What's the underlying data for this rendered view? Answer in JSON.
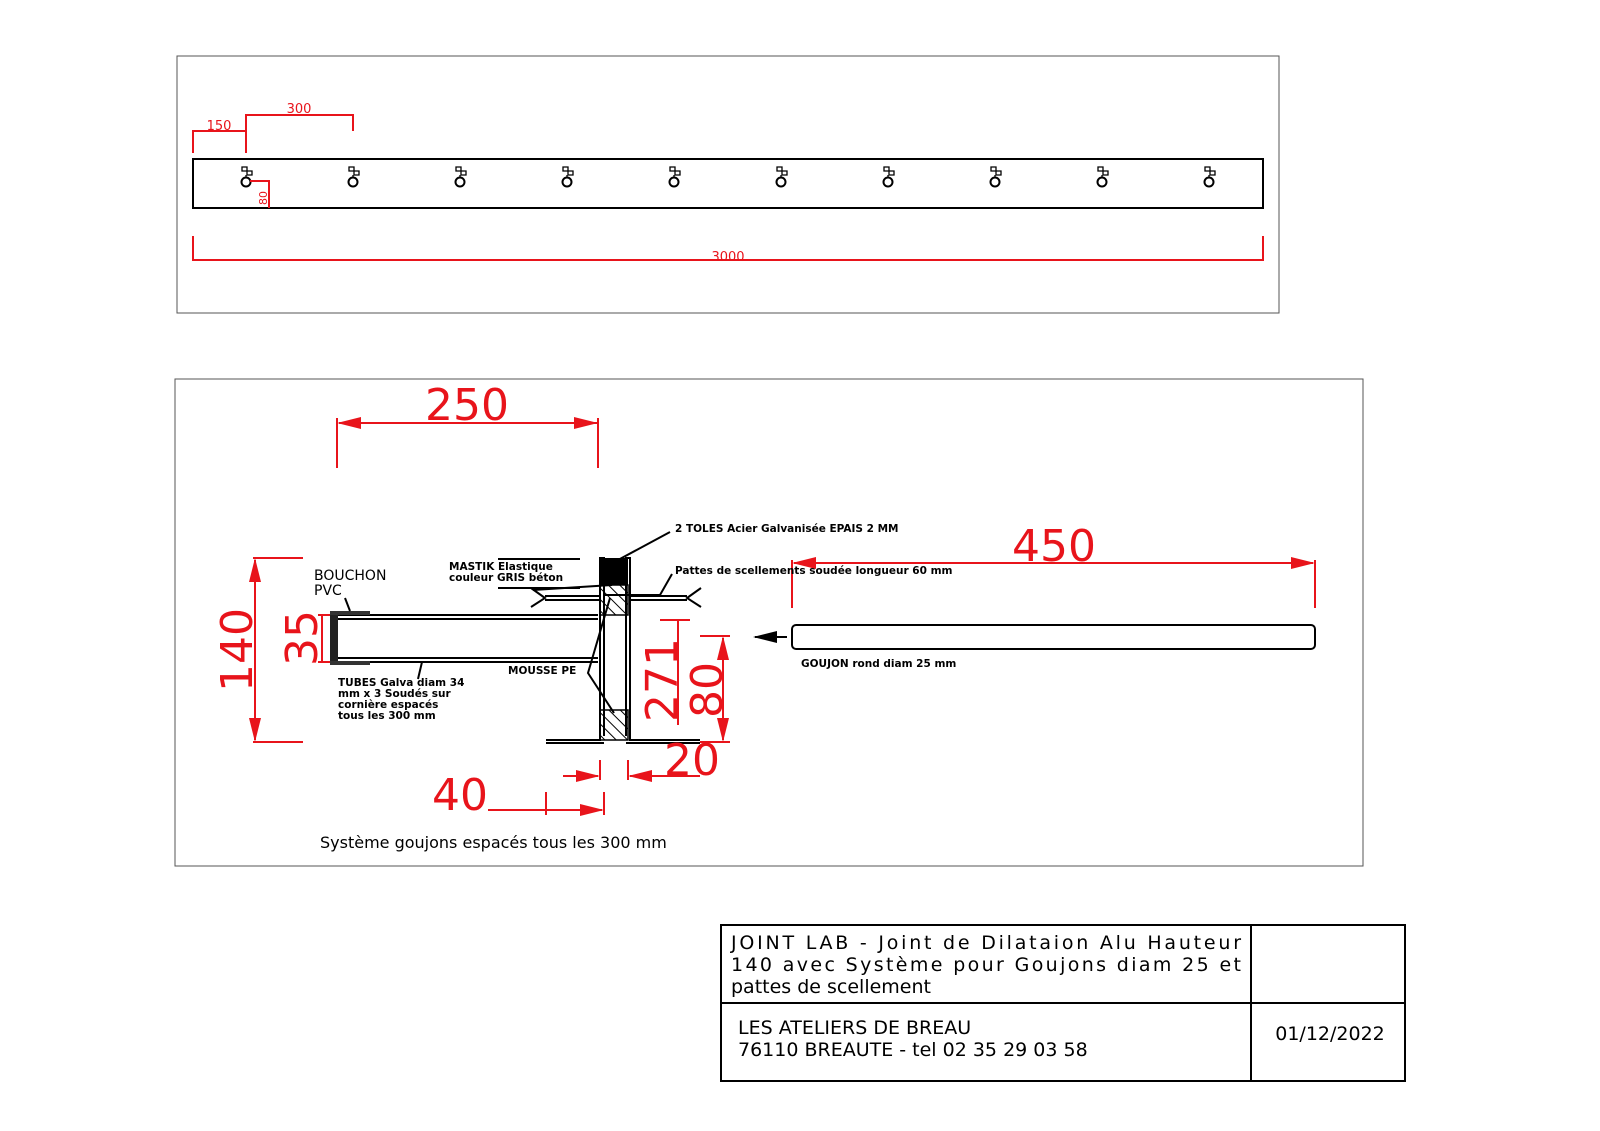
{
  "plan_view": {
    "dim_first_spacing": "150",
    "dim_spacing": "300",
    "dim_edge_offset": "80",
    "dim_total_length": "3000",
    "hole_count": 10
  },
  "section_view": {
    "dim_tube_length": "250",
    "dim_dowel_length": "450",
    "dim_height": "140",
    "dim_tube_diameter": "35",
    "dim_271": "271",
    "dim_80": "80",
    "dim_20": "20",
    "dim_40": "40",
    "labels": {
      "toles": "2 TOLES Acier Galvanisée EPAIS 2 MM",
      "mastik_1": "MASTIK Elastique",
      "mastik_2": "couleur GRIS béton",
      "pattes": "Pattes de scellements soudée longueur 60 mm",
      "bouchon_1": "BOUCHON",
      "bouchon_2": "PVC",
      "mousse": "MOUSSE PE",
      "tubes_1": "TUBES Galva diam 34",
      "tubes_2": "mm x 3 Soudés sur",
      "tubes_3": "cornière espacés",
      "tubes_4": "tous les 300 mm",
      "goujon": "GOUJON rond diam 25 mm"
    },
    "caption": "Système goujons espacés tous les 300 mm"
  },
  "title_block": {
    "title_1": "JOINT LAB - Joint de Dilataion Alu Hauteur",
    "title_2": "140 avec Système pour Goujons diam 25 et",
    "title_3": "pattes de scellement",
    "company_1": "LES ATELIERS DE BREAU",
    "company_2": "76110 BREAUTE - tel 02 35 29 03 58",
    "date": "01/12/2022"
  },
  "colors": {
    "dimension": "#e8141b",
    "outline": "#000000"
  }
}
